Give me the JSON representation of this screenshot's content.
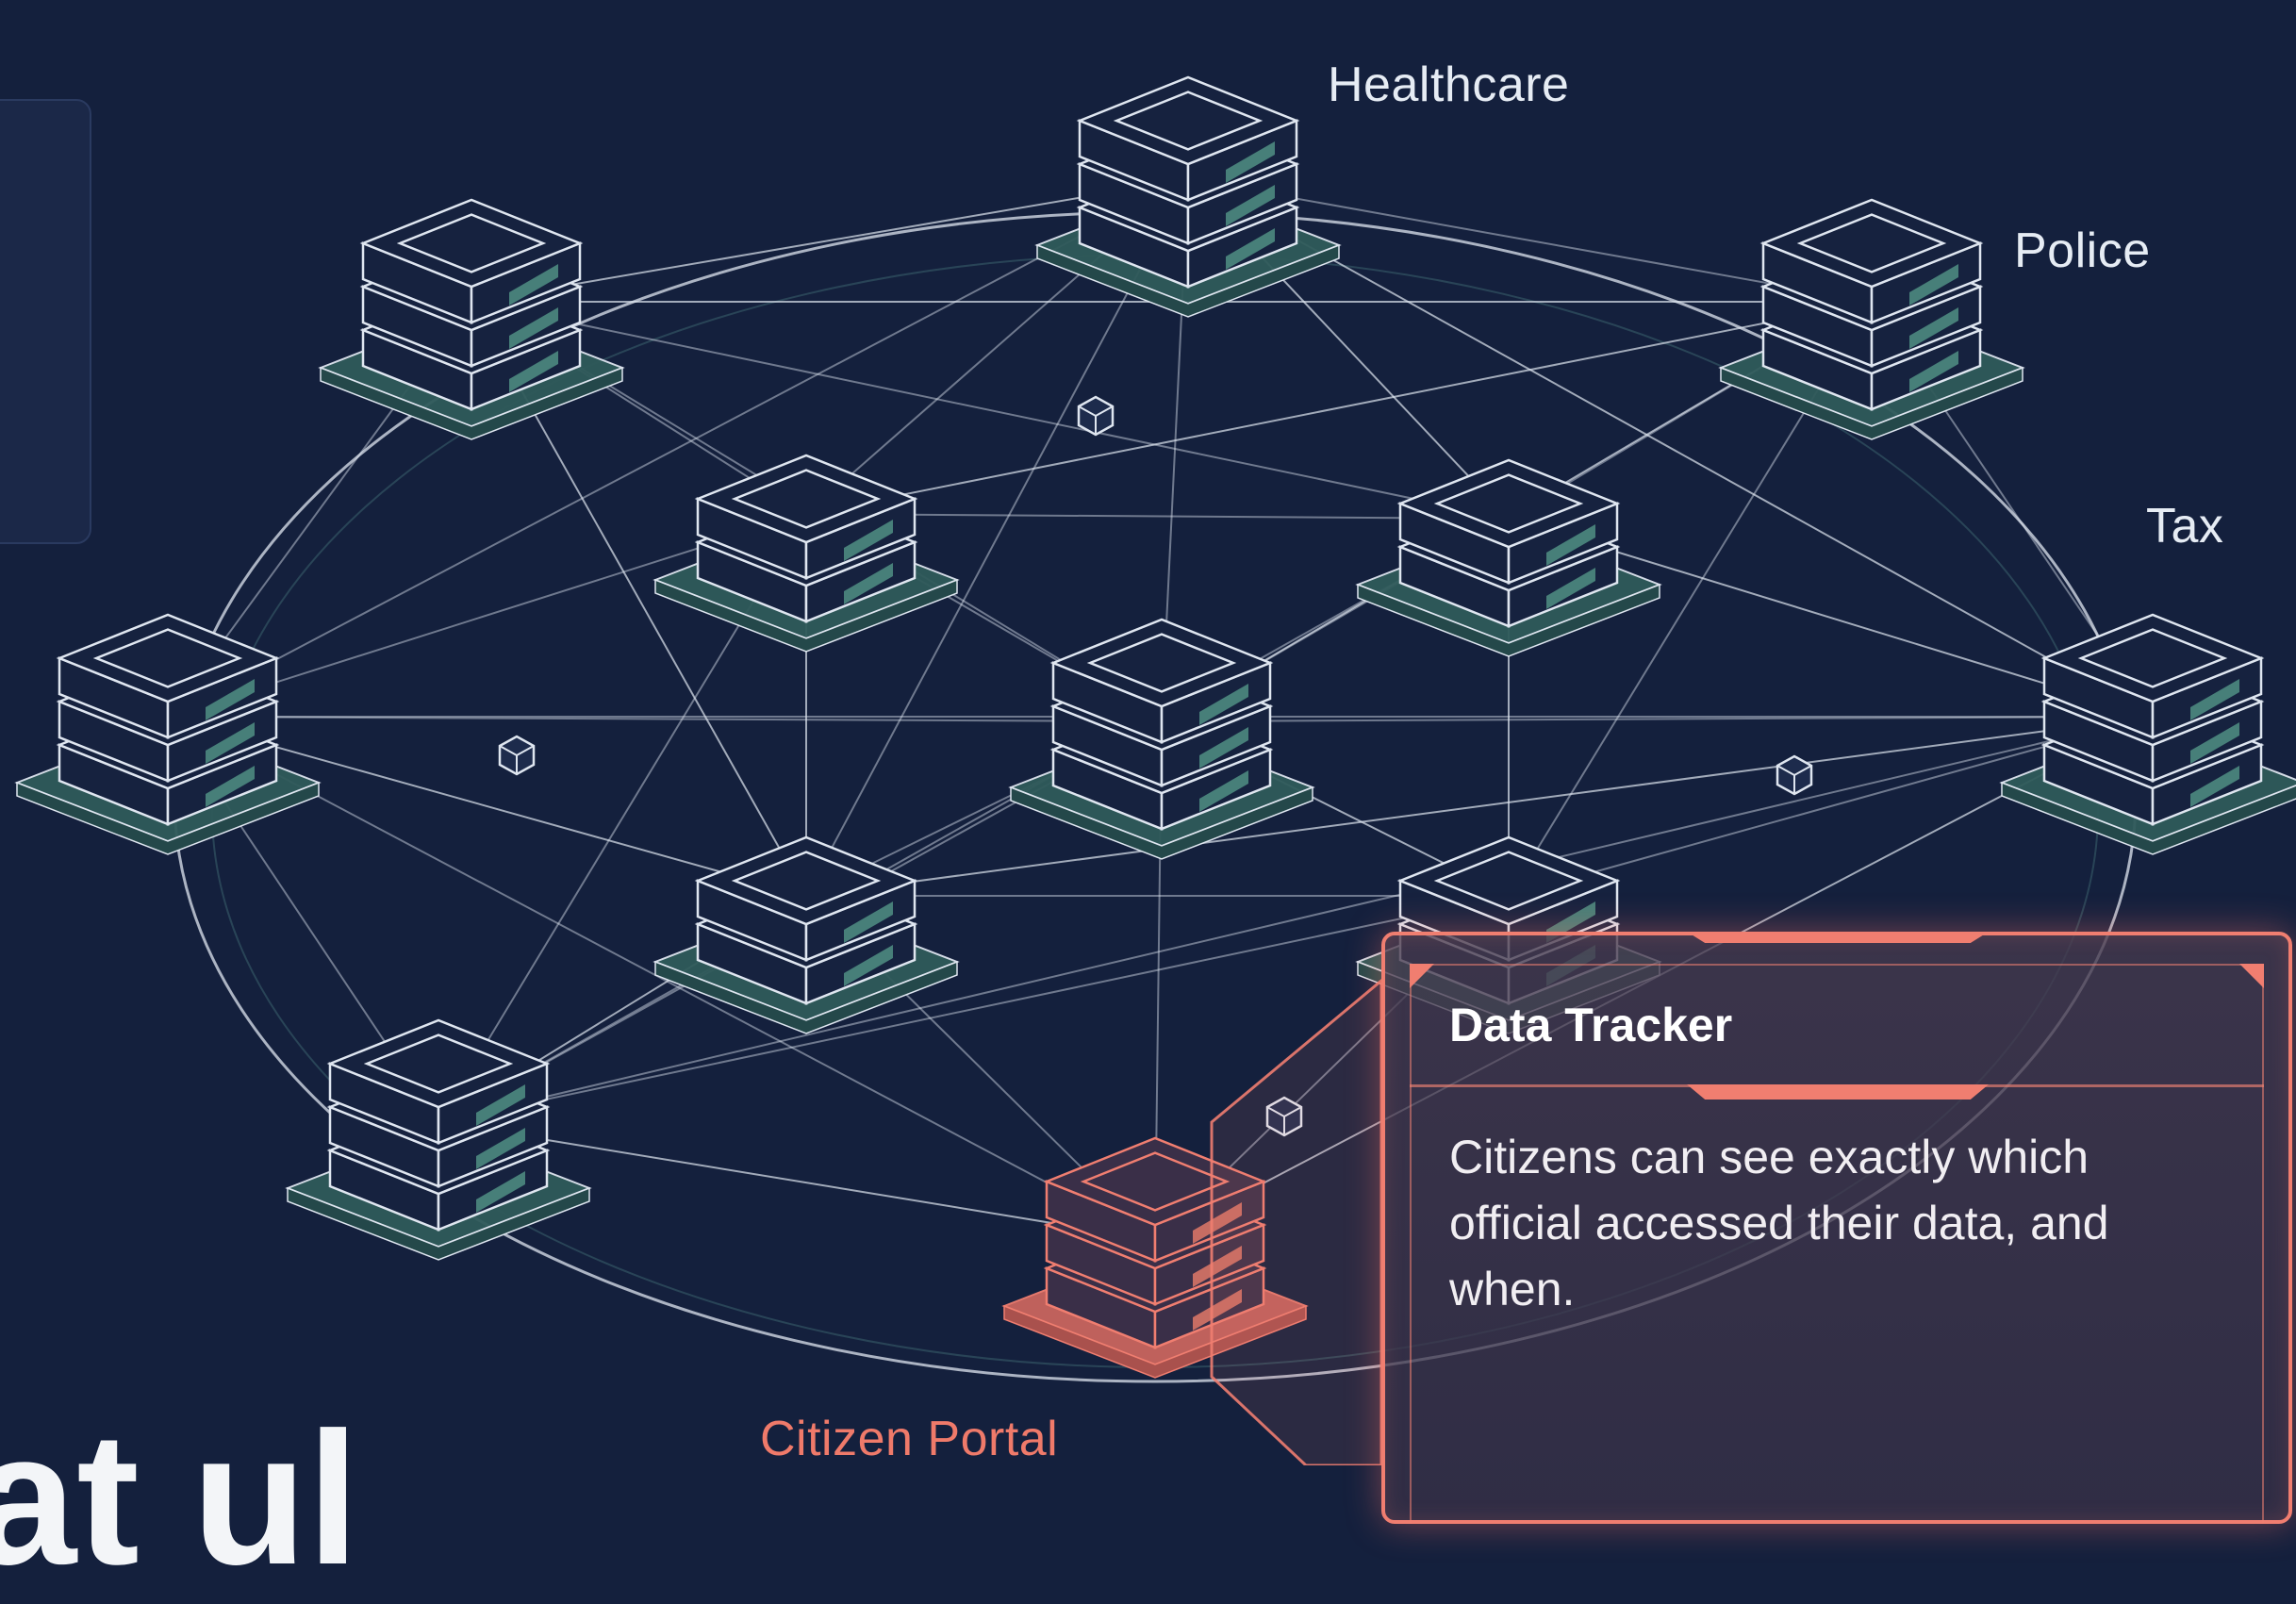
{
  "diagram": {
    "labels": {
      "healthcare": "Healthcare",
      "police": "Police",
      "tax": "Tax",
      "citizen_portal": "Citizen Portal"
    }
  },
  "tracker": {
    "title": "Data Tracker",
    "body": "Citizens can see exactly which official accessed their data, and when."
  },
  "bottom_text": "at  ul",
  "colors": {
    "background": "#14203d",
    "line": "#dfe6f0",
    "server_base": "#2f5a5a",
    "accent": "#f07e70"
  }
}
